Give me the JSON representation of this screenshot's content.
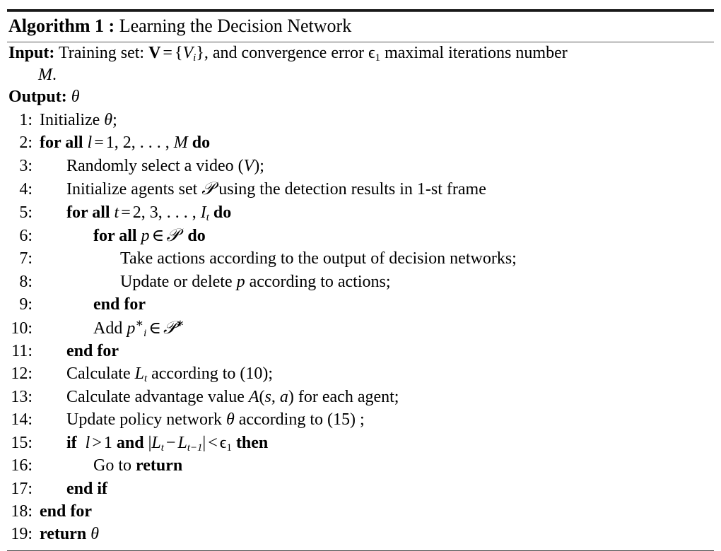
{
  "document": {
    "kind": "algorithm-pseudocode",
    "title": {
      "label": "Algorithm 1 :",
      "name": "Learning the Decision Network"
    },
    "io": {
      "input_label": "Input:",
      "input_text_a": "Training set:",
      "input_text_b": ", and convergence error",
      "input_text_c": "maximal iterations number",
      "input_cont": ".",
      "output_label": "Output:"
    },
    "symbols": {
      "V_bold": "V",
      "equals": "=",
      "V_i": "V",
      "subscript_i": "i",
      "epsilon": "ϵ",
      "epsilon_sub": "1",
      "M": "M",
      "theta": "θ",
      "l": "l",
      "t": "t",
      "p": "p",
      "P_cal": "𝒫",
      "I": "I",
      "L": "L",
      "A": "A",
      "s": "s",
      "a": "a",
      "in": "∈",
      "gt": ">",
      "lt": "<",
      "minus": "−",
      "star": "∗",
      "bar": "|",
      "ellipsis": "…"
    },
    "steps": [
      {
        "num": "1:",
        "indent": 0,
        "text": "Initialize θ;"
      },
      {
        "num": "2:",
        "indent": 0,
        "text": "for all l = 1, 2, …, M do"
      },
      {
        "num": "3:",
        "indent": 1,
        "text": "Randomly select a video (V);"
      },
      {
        "num": "4:",
        "indent": 1,
        "text": "Initialize agents set 𝒫 using the detection results in 1-st frame"
      },
      {
        "num": "5:",
        "indent": 1,
        "text": "for all t = 2, 3, …, I_t do"
      },
      {
        "num": "6:",
        "indent": 2,
        "text": "for all p ∈ 𝒫  do"
      },
      {
        "num": "7:",
        "indent": 3,
        "text": "Take actions according to the output of decision networks;"
      },
      {
        "num": "8:",
        "indent": 3,
        "text": "Update or delete p according to actions;"
      },
      {
        "num": "9:",
        "indent": 2,
        "text": "end for"
      },
      {
        "num": "10:",
        "indent": 2,
        "text": "Add p*_i ∈ 𝒫*"
      },
      {
        "num": "11:",
        "indent": 1,
        "text": "end for"
      },
      {
        "num": "12:",
        "indent": 1,
        "text": "Calculate L_t according to (10);"
      },
      {
        "num": "13:",
        "indent": 1,
        "text": "Calculate advantage value A(s, a) for each agent;"
      },
      {
        "num": "14:",
        "indent": 1,
        "text": "Update policy network θ according to (15) ;"
      },
      {
        "num": "15:",
        "indent": 1,
        "text": "if  l > 1 and |L_t − L_{t−1}| < ϵ_1 then"
      },
      {
        "num": "16:",
        "indent": 2,
        "text": "Go to return"
      },
      {
        "num": "17:",
        "indent": 1,
        "text": "end if"
      },
      {
        "num": "18:",
        "indent": 0,
        "text": "end for"
      },
      {
        "num": "19:",
        "indent": 0,
        "text": "return θ"
      }
    ],
    "step_fragments": {
      "s1_a": "Initialize",
      "s1_end": ";",
      "s2_kw1": "for all",
      "s2_nums": "1, 2, . . . ,",
      "s2_kw2": "do",
      "s3_a": "Randomly select a video (",
      "s3_b": ");",
      "s4_a": "Initialize agents set",
      "s4_b": "using the detection results in 1-st frame",
      "s5_kw1": "for all",
      "s5_nums": "2, 3, . . . ,",
      "s5_kw2": "do",
      "s6_kw1": "for all",
      "s6_kw2": "do",
      "s7": "Take actions according to the output of decision networks;",
      "s8_a": "Update or delete",
      "s8_b": "according to actions;",
      "s9": "end for",
      "s10_a": "Add",
      "s11": "end for",
      "s12_a": "Calculate",
      "s12_b": "according to (10);",
      "s13_a": "Calculate advantage value",
      "s13_b": "for each agent;",
      "s14_a": "Update policy network",
      "s14_b": "according to (15) ;",
      "s15_kw1": "if",
      "s15_and": "and",
      "s15_kw2": "then",
      "s16_a": "Go to",
      "s16_kw": "return",
      "s17": "end if",
      "s18": "end for",
      "s19_kw": "return"
    },
    "colors": {
      "text": "#000000",
      "rule_dark": "#1a1a1a",
      "rule_light": "#555555",
      "background": "#ffffff"
    }
  }
}
